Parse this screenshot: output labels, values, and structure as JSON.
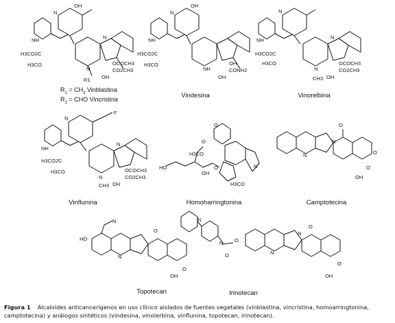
{
  "molecules": [
    {
      "id": "vinblastina",
      "label": ""
    },
    {
      "id": "vindesina",
      "label": "Vindesina"
    },
    {
      "id": "vinorelbina",
      "label": "Vinorelbina"
    },
    {
      "id": "vinflunina",
      "label": "Vinflunina"
    },
    {
      "id": "homoharringtonina",
      "label": "Homoharringtonina"
    },
    {
      "id": "camptotecina",
      "label": "Camptotecina"
    },
    {
      "id": "topotecan",
      "label": "Topotecan"
    },
    {
      "id": "irinotecan",
      "label": "Irinotecan"
    }
  ],
  "r_definitions": [
    {
      "symbol": "R",
      "sub": "1",
      "text": " = CH",
      "sub2": "3",
      "name": " Vinblastina"
    },
    {
      "symbol": "R",
      "sub": "1",
      "text": " = CHO Vincristina",
      "sub2": "",
      "name": ""
    }
  ],
  "atoms": {
    "oh": "OH",
    "n": "N",
    "nh": "NH",
    "h3co2c": "H3CO2C",
    "h3co": "H3CO",
    "ococh3": "OCOCH3",
    "co2ch3": "CO2CH3",
    "conh2": "CONH2",
    "o": "O",
    "f": "F",
    "ho": "HO",
    "r1": "R1",
    "ch3": "CH3",
    "h3co_short": "H3CO"
  },
  "caption": {
    "label": "Figura 1",
    "text": "Alcaloides anticancerígenos en uso clínico aislados de fuentes vegetales (vinblastina, vincristina, homoarringtonina, camptotecina) y análogos sintéticos (vindesina, vinolerbina, vinflunina, topotecan, irinotecan)."
  }
}
